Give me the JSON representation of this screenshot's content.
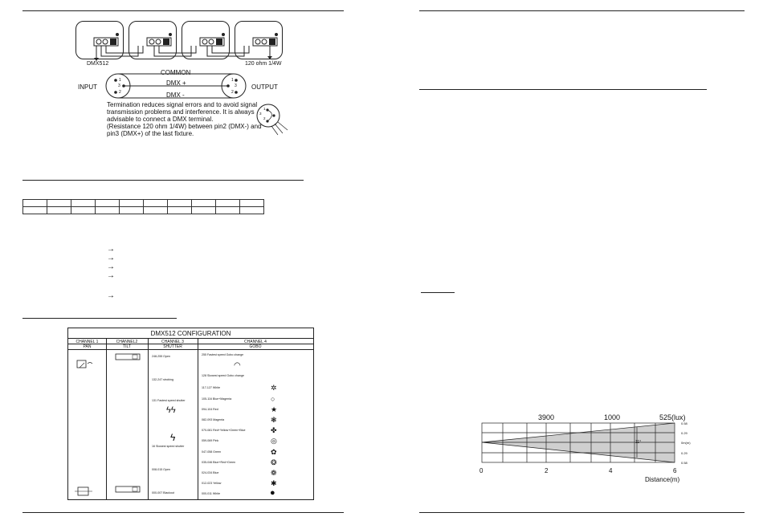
{
  "wiring": {
    "dmx_label": "DMX512",
    "terminator_label": "120 ohm 1/4W",
    "common": "COMMON",
    "input": "INPUT",
    "output": "OUTPUT",
    "dmx_plus": "DMX +",
    "dmx_minus": "DMX -",
    "pins": [
      "1",
      "3",
      "2"
    ],
    "note": [
      "Termination reduces signal errors and to avoid signal",
      "transmission problems and interference. It is always",
      "advisable to connect a DMX terminal.",
      "(Resistance 120 ohm 1/4W) between pin2 (DMX-) and",
      "pin3 (DMX+) of the last fixture."
    ]
  },
  "arrows": [
    "→",
    "→",
    "→",
    "→",
    "→"
  ],
  "config": {
    "title": "DMX512 CONFIGURATION",
    "channels": [
      "CHANNEL 1",
      "CHANNEL2",
      "CHANNEL 3",
      "CHANNEL 4"
    ],
    "functions": [
      "PAN",
      "TILT",
      "SHUTTER",
      "GOBO"
    ],
    "shutter": [
      "248-255 Open",
      "132-247 strobing",
      "131 Fastest speed shutter",
      "16 Slowest speed shutter",
      "008-015 Open",
      "000-007 Blackout"
    ],
    "gobo_top": [
      "255 Fastest speed Gobo change",
      "128 Slowest speed Gobo change"
    ],
    "gobos": [
      {
        "label": "117-127   White",
        "icon": "✲"
      },
      {
        "label": "105-116   Blue+Magenta",
        "icon": "○"
      },
      {
        "label": "094-104   Red",
        "icon": "★"
      },
      {
        "label": "082-093   Magenta",
        "icon": "❃"
      },
      {
        "label": "070-081   Red+Yellow+Green+Blue",
        "icon": "✤"
      },
      {
        "label": "059-069   Pink",
        "icon": "◎"
      },
      {
        "label": "047-058   Green",
        "icon": "✿"
      },
      {
        "label": "035-046   Blue+Red+Green",
        "icon": "❂"
      },
      {
        "label": "024-034   Blue",
        "icon": "❁"
      },
      {
        "label": "012-023   Yellow",
        "icon": "✱"
      },
      {
        "label": "000-011   White",
        "icon": "●"
      }
    ]
  },
  "beam": {
    "lux": [
      "3900",
      "1000",
      "525(lux)"
    ],
    "x_ticks": [
      "0",
      "2",
      "4",
      "6"
    ],
    "x_label": "Distance(m)",
    "right_ticks": [
      "0.58",
      "0.29",
      "0m(m)",
      "0.29",
      "0.58"
    ],
    "angle": "11°"
  }
}
